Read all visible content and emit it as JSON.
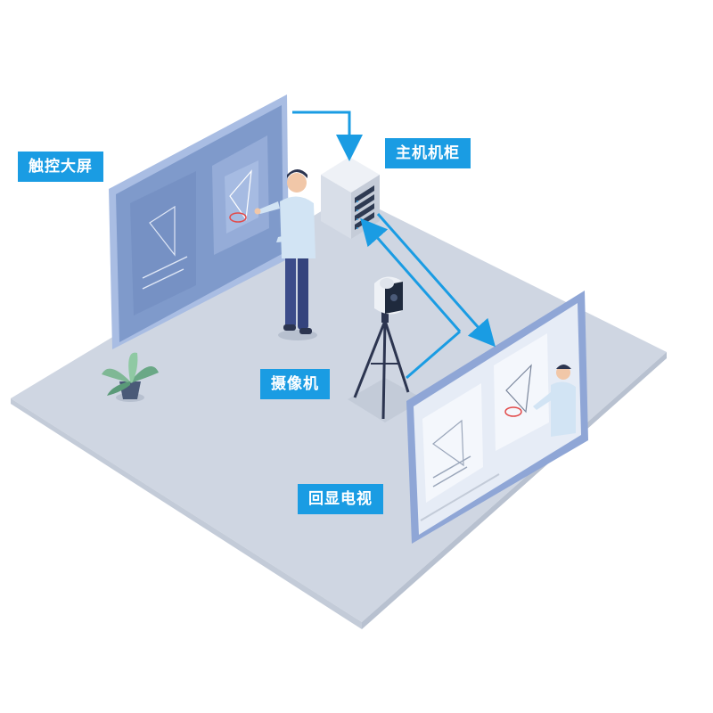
{
  "labels": {
    "touch_screen": "触控大屏",
    "host_cabinet": "主机机柜",
    "camera": "摄像机",
    "echo_tv": "回显电视"
  },
  "icons": [
    "potted-plant-icon",
    "teacher-figure-icon",
    "camera-tripod-icon",
    "server-cabinet-icon"
  ],
  "colors": {
    "label_bg": "#1a9ce3",
    "arrow": "#1a9ce3",
    "floor": "#cfd6e2",
    "floor_edge": "#b8c1d0",
    "screen_frame": "#8fa6d6",
    "screen_fill": "#7f9acb",
    "tv_screen": "#e6ecf6"
  }
}
